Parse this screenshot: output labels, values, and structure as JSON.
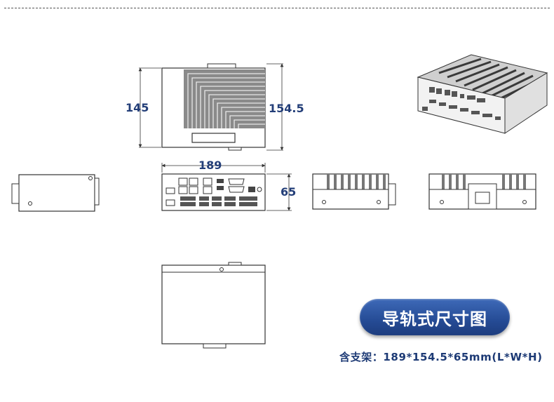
{
  "dimensions": {
    "height_main": "145",
    "height_with_bracket": "154.5",
    "width": "189",
    "depth": "65"
  },
  "badge": {
    "title": "导轨式尺寸图"
  },
  "spec": {
    "text": "含支架：189*154.5*65mm(L*W*H)"
  },
  "colors": {
    "accent": "#254b95",
    "dimension_text": "#233e78",
    "outline": "#333333",
    "fins": "#7a7a7a"
  }
}
